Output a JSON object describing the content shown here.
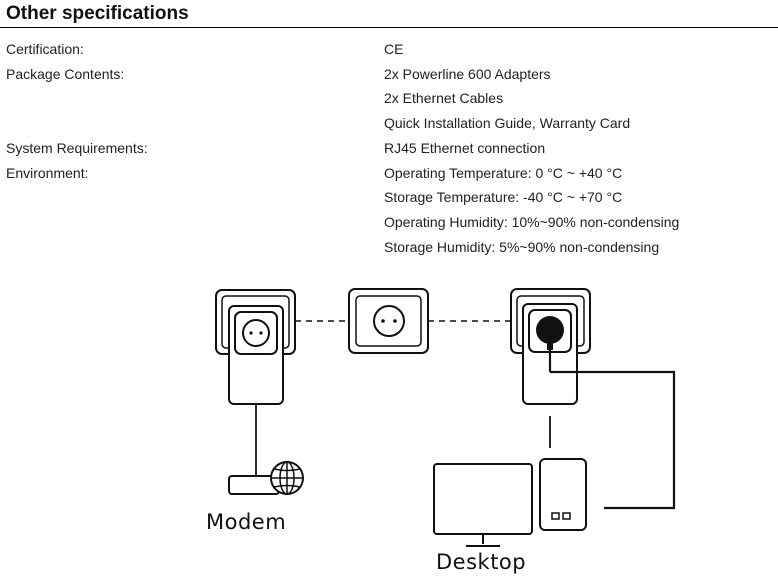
{
  "section": {
    "title": "Other specifications"
  },
  "specs": [
    {
      "label": "Certification:",
      "values": [
        "CE"
      ]
    },
    {
      "label": "Package Contents:",
      "values": [
        "2x Powerline 600 Adapters",
        "2x Ethernet Cables",
        "Quick Installation Guide, Warranty Card"
      ]
    },
    {
      "label": "System Requirements:",
      "values": [
        "RJ45 Ethernet connection"
      ]
    },
    {
      "label": "Environment:",
      "values": [
        "Operating Temperature: 0 °C ~ +40 °C",
        "Storage Temperature: -40 °C ~ +70 °C",
        "Operating Humidity: 10%~90% non-condensing",
        "Storage Humidity: 5%~90% non-condensing"
      ]
    }
  ],
  "diagram": {
    "modem_label": "Modem",
    "desktop_label": "Desktop",
    "icons": [
      "wall-socket-icon",
      "powerline-adapter-icon",
      "modem-icon",
      "globe-icon",
      "monitor-icon",
      "pc-tower-icon",
      "plug-icon"
    ]
  }
}
